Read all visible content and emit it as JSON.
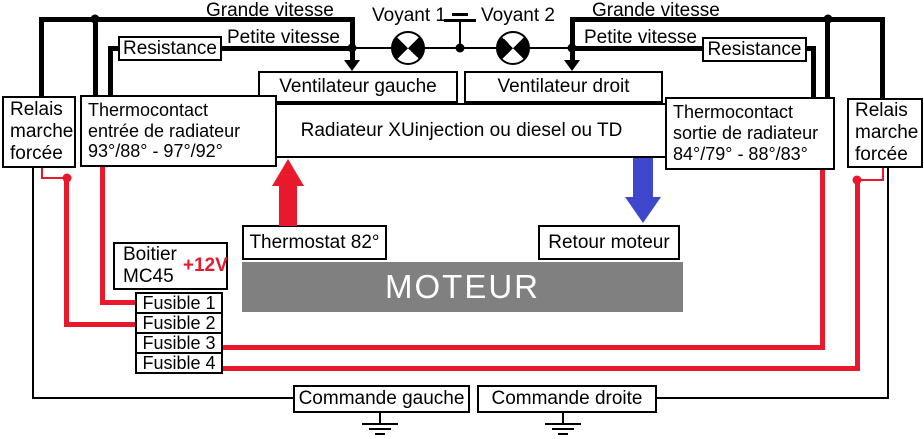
{
  "colors": {
    "wire_black": "#000000",
    "wire_red": "#e8192c",
    "arrow_red": "#e8192c",
    "arrow_blue": "#3f48cc",
    "moteur_gray": "#808080"
  },
  "labels": {
    "grande_vitesse_left": "Grande vitesse",
    "petite_vitesse_left": "Petite vitesse",
    "grande_vitesse_right": "Grande vitesse",
    "petite_vitesse_right": "Petite vitesse",
    "voyant1": "Voyant 1",
    "voyant2": "Voyant 2"
  },
  "boxes": {
    "resistance_left": "Resistance",
    "resistance_right": "Resistance",
    "relais_gauche": {
      "lines": [
        "Relais",
        "marche",
        "forcée"
      ]
    },
    "relais_droit": {
      "lines": [
        "Relais",
        "marche",
        "forcée"
      ]
    },
    "thermocontact_entree": {
      "lines": [
        "Thermocontact",
        "entrée de radiateur",
        "93°/88° - 97°/92°"
      ]
    },
    "thermocontact_sortie": {
      "lines": [
        "Thermocontact",
        "sortie de radiateur",
        "84°/79° - 88°/83°"
      ]
    },
    "ventilateur_gauche": "Ventilateur gauche",
    "ventilateur_droit": "Ventilateur droit",
    "radiateur": "Radiateur XUinjection ou diesel ou TD",
    "thermostat": "Thermostat 82°",
    "retour_moteur": "Retour moteur",
    "boitier": {
      "lines": [
        "Boitier",
        "MC45"
      ],
      "tension": "+12V"
    },
    "fusibles": [
      "Fusible 1",
      "Fusible 2",
      "Fusible 3",
      "Fusible 4"
    ],
    "commande_gauche": "Commande gauche",
    "commande_droite": "Commande droite",
    "moteur": "MOTEUR"
  }
}
